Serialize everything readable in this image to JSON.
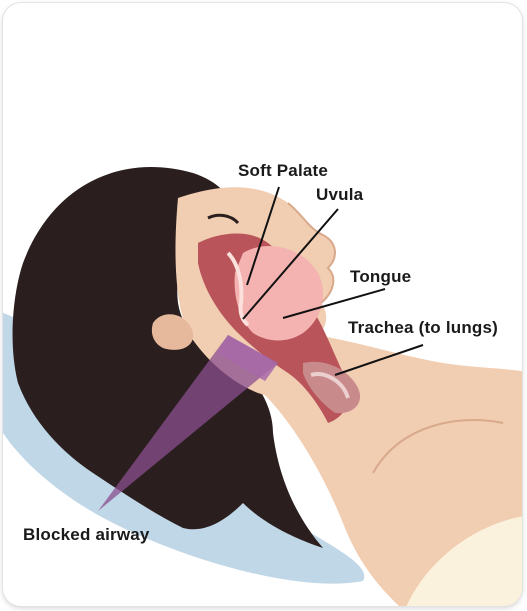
{
  "labels": {
    "soft_palate": "Soft Palate",
    "uvula": "Uvula",
    "tongue": "Tongue",
    "trachea": "Trachea (to lungs)",
    "blocked_airway": "Blocked airway"
  },
  "colors": {
    "skin": "#f1cdb2",
    "skin_shadow": "#e7b99c",
    "hair": "#2a1f1e",
    "pillow": "#c0d7e8",
    "airway_dark": "#b8545a",
    "tongue": "#f4b3b0",
    "trachea": "#c98a8c",
    "blockage_highlight": "#8a4f8f"
  }
}
